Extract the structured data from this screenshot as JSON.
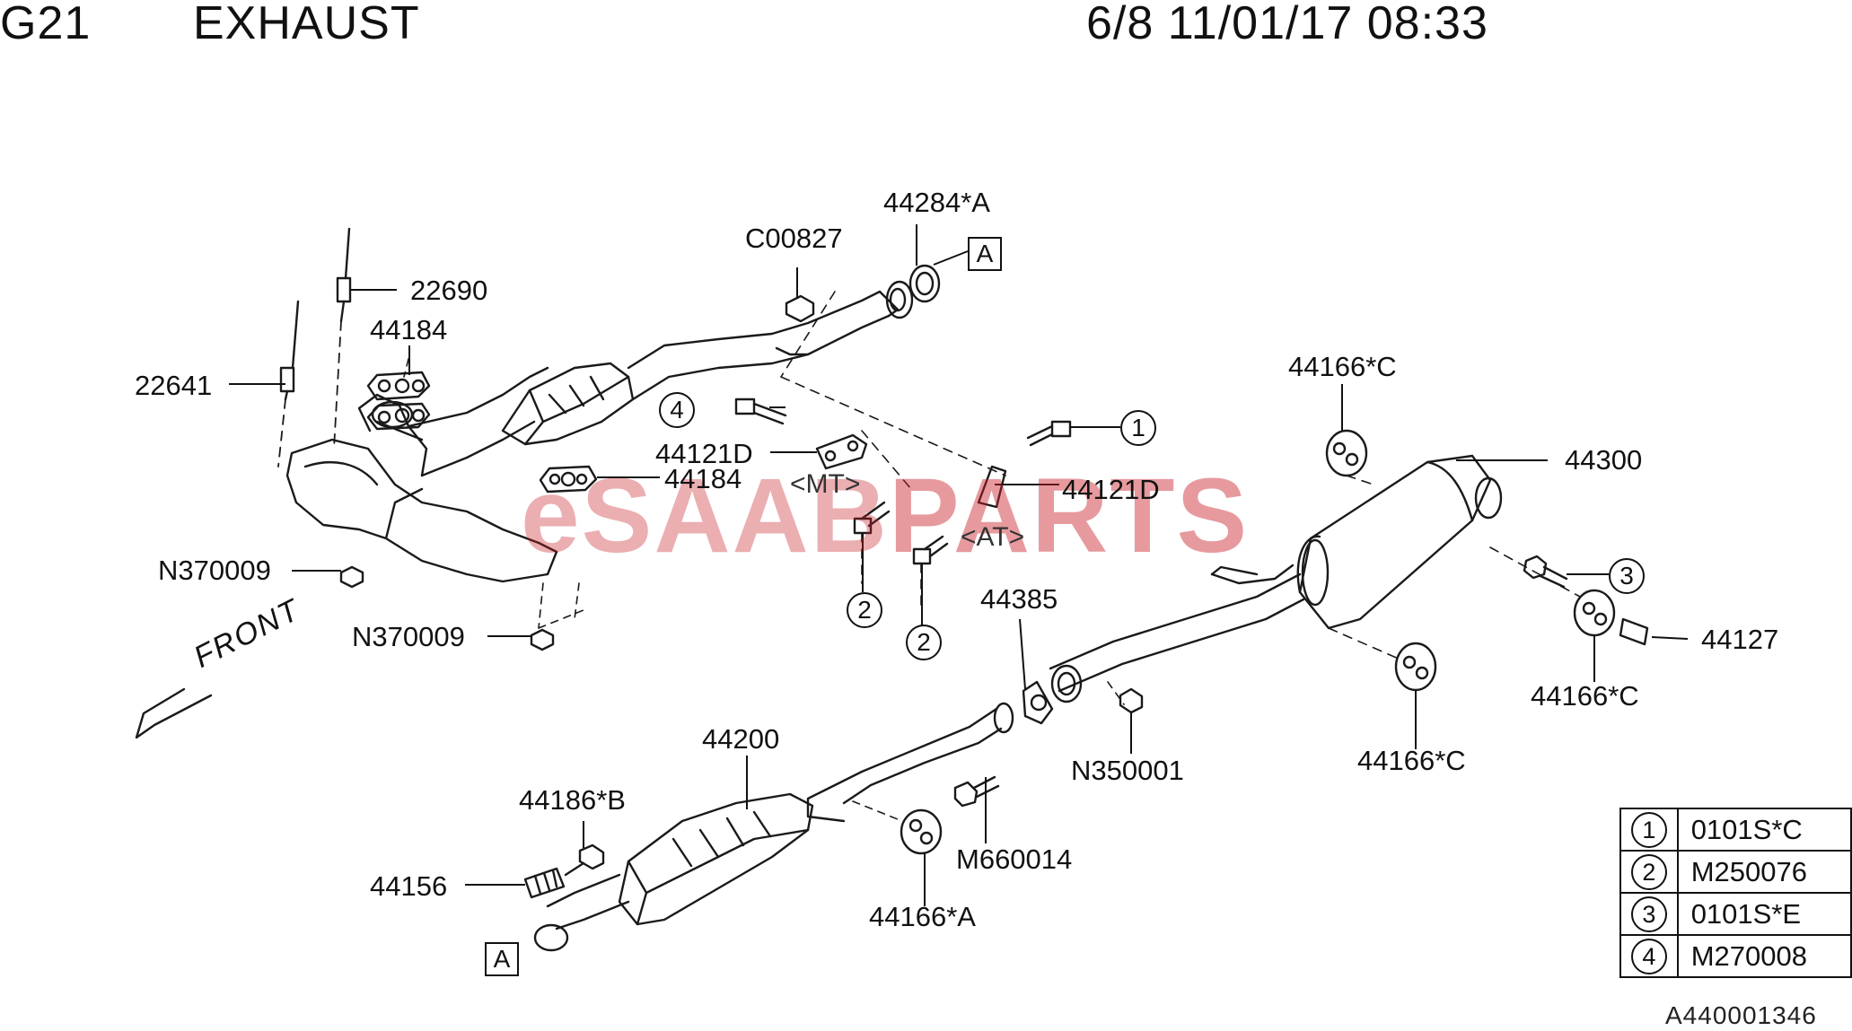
{
  "header": {
    "code": "G21",
    "title": "EXHAUST",
    "date": "6/8 11/01/17 08:33"
  },
  "watermark": {
    "part1": "eSAAB",
    "part2": "PARTS",
    "color": "#c81e28"
  },
  "direction": "FRONT",
  "figure_id": "A440001346",
  "callouts": {
    "c22690": "22690",
    "c44184a": "44184",
    "c22641": "22641",
    "c44184b": "44184",
    "cN370009a": "N370009",
    "cN370009b": "N370009",
    "cC00827": "C00827",
    "c44284A": "44284*A",
    "c44121Da": "44121D",
    "c44121Db": "44121D",
    "c44166Ca": "44166*C",
    "c44300": "44300",
    "c44385": "44385",
    "c44127": "44127",
    "c44166Cb": "44166*C",
    "c44166Cc": "44166*C",
    "cN350001": "N350001",
    "c44200": "44200",
    "c44186B": "44186*B",
    "c44156": "44156",
    "c44166A": "44166*A",
    "cM660014": "M660014"
  },
  "variants": {
    "mt": "<MT>",
    "at": "<AT>"
  },
  "ref_marks": {
    "a_top": "A",
    "a_bottom": "A"
  },
  "circle_refs": {
    "r1": "1",
    "r2a": "2",
    "r2b": "2",
    "r3": "3",
    "r4": "4"
  },
  "legend": [
    {
      "num": "1",
      "code": "0101S*C"
    },
    {
      "num": "2",
      "code": "M250076"
    },
    {
      "num": "3",
      "code": "0101S*E"
    },
    {
      "num": "4",
      "code": "M270008"
    }
  ]
}
